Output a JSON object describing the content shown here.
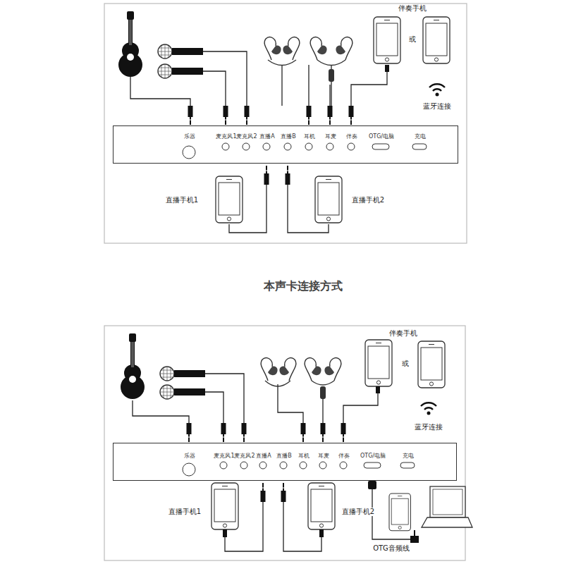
{
  "diagram": {
    "nodes": [
      {
        "text": [
          "乐器",
          "麦克风1",
          "麦克风2",
          "直播A",
          "直播B",
          "耳机",
          "耳麦",
          "伴奏",
          "OTG/电脑",
          "充电"
        ]
      },
      {
        "text": [
          "乐器",
          "麦克风1",
          "麦克风2",
          "直播A",
          "直播B",
          "耳机",
          "耳麦",
          "伴奏",
          "OTG/电脑",
          "充电"
        ]
      }
    ],
    "labels": [
      "伴奏手机",
      "或",
      "蓝牙连接",
      "直播手机1",
      "直播手机2",
      "本声卡连接方式",
      "伴奏手机",
      "或",
      "蓝牙连接",
      "直播手机1",
      "直播手机2",
      "OTG音频线"
    ]
  }
}
